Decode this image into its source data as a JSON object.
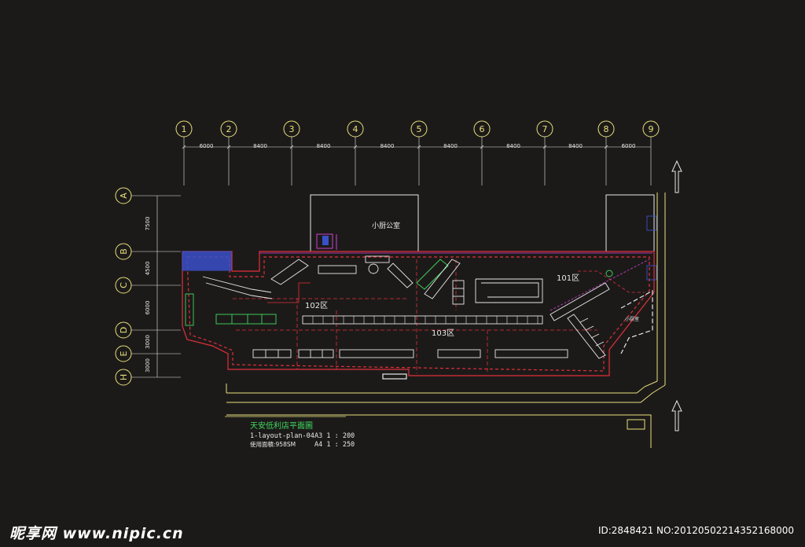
{
  "drawing": {
    "column_axes": [
      "1",
      "2",
      "3",
      "4",
      "5",
      "6",
      "7",
      "8",
      "9"
    ],
    "column_spacings": [
      "6000",
      "8400",
      "8400",
      "8400",
      "8400",
      "8400",
      "8400",
      "6000"
    ],
    "row_axes": [
      "A",
      "B",
      "C",
      "D",
      "E",
      "H"
    ],
    "row_spacings": [
      "7500",
      "4500",
      "6000",
      "3000",
      "3000"
    ],
    "rooms": {
      "office": "小厨公室",
      "zone_101": "101区",
      "zone_102": "102区",
      "zone_103": "103区",
      "small_room": "小厨室"
    },
    "title_block": {
      "title": "天安低利店平面圖",
      "plan_code": "1-layout-plan-04",
      "scale_a3": "A3  1 : 200",
      "scale_a4": "A4  1 : 250",
      "area": "使用面積:958SM"
    },
    "colors": {
      "background": "#1c1a19",
      "grid": "#e8e07a",
      "wall_red": "#e0303a",
      "fixture": "#e8e8e8",
      "text_green": "#40d860",
      "magenta": "#d040d0",
      "blue": "#3a50c8"
    }
  },
  "footer": {
    "watermark": "昵享网 www.nipic.cn",
    "image_id": "ID:2848421 NO:20120502214352168000"
  }
}
